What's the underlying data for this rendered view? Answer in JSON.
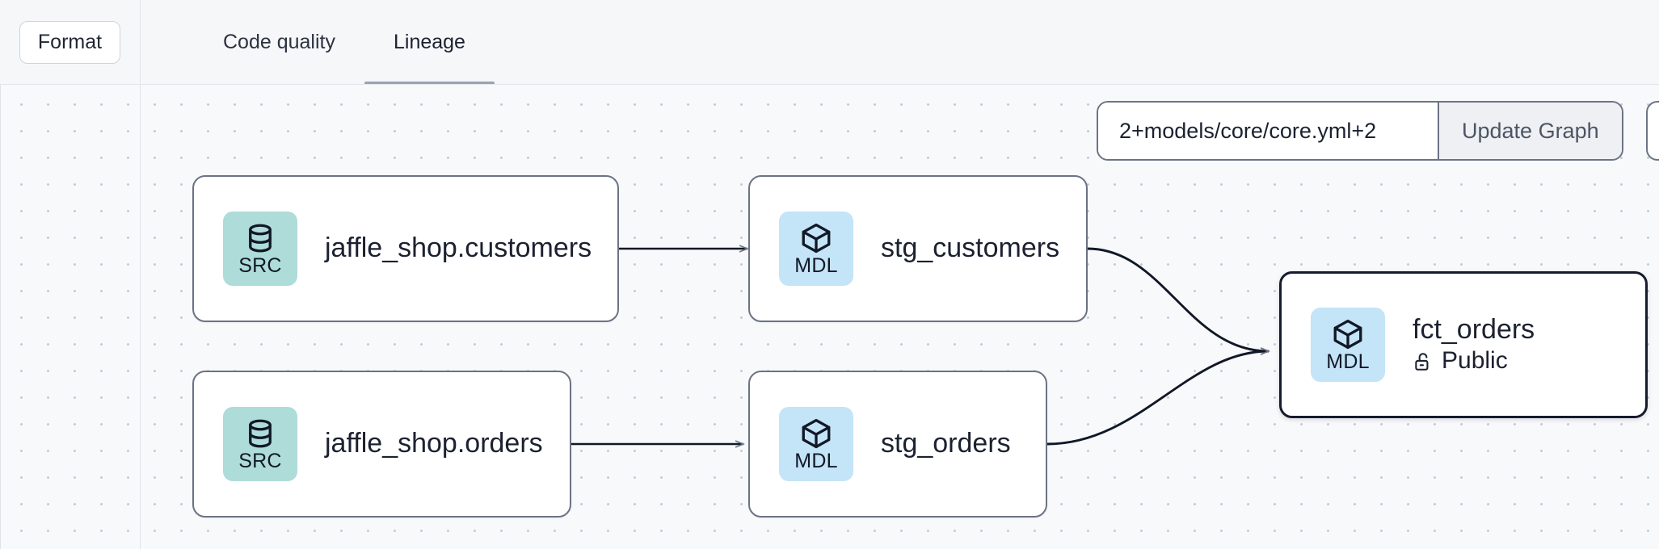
{
  "toolbar": {
    "format_label": "Format",
    "tabs": [
      {
        "label": "Code quality",
        "active": false
      },
      {
        "label": "Lineage",
        "active": true
      }
    ]
  },
  "graph_controls": {
    "selector_value": "2+models/core/core.yml+2",
    "selector_placeholder": "2+models/core/core.yml+2",
    "update_button_label": "Update Graph"
  },
  "lineage": {
    "nodes": [
      {
        "id": "jaffle_shop_customers",
        "title": "jaffle_shop.customers",
        "badge": "SRC",
        "badge_kind": "src",
        "badge_color": "#aedcd8",
        "subtitle": "",
        "selected": false
      },
      {
        "id": "stg_customers",
        "title": "stg_customers",
        "badge": "MDL",
        "badge_kind": "mdl",
        "badge_color": "#c4e4f7",
        "subtitle": "",
        "selected": false
      },
      {
        "id": "jaffle_shop_orders",
        "title": "jaffle_shop.orders",
        "badge": "SRC",
        "badge_kind": "src",
        "badge_color": "#aedcd8",
        "subtitle": "",
        "selected": false
      },
      {
        "id": "stg_orders",
        "title": "stg_orders",
        "badge": "MDL",
        "badge_kind": "mdl",
        "badge_color": "#c4e4f7",
        "subtitle": "",
        "selected": false
      },
      {
        "id": "fct_orders",
        "title": "fct_orders",
        "badge": "MDL",
        "badge_kind": "mdl",
        "badge_color": "#c4e4f7",
        "subtitle": "Public",
        "selected": true
      }
    ],
    "edges": [
      {
        "from": "jaffle_shop_customers",
        "to": "stg_customers"
      },
      {
        "from": "jaffle_shop_orders",
        "to": "stg_orders"
      },
      {
        "from": "stg_customers",
        "to": "fct_orders"
      },
      {
        "from": "stg_orders",
        "to": "fct_orders"
      }
    ]
  },
  "colors": {
    "canvas_bg": "#f8f9fb",
    "node_border": "#6b7384",
    "node_border_selected": "#161c2b",
    "tab_underline": "#98a2b3",
    "edge": "#111827"
  }
}
